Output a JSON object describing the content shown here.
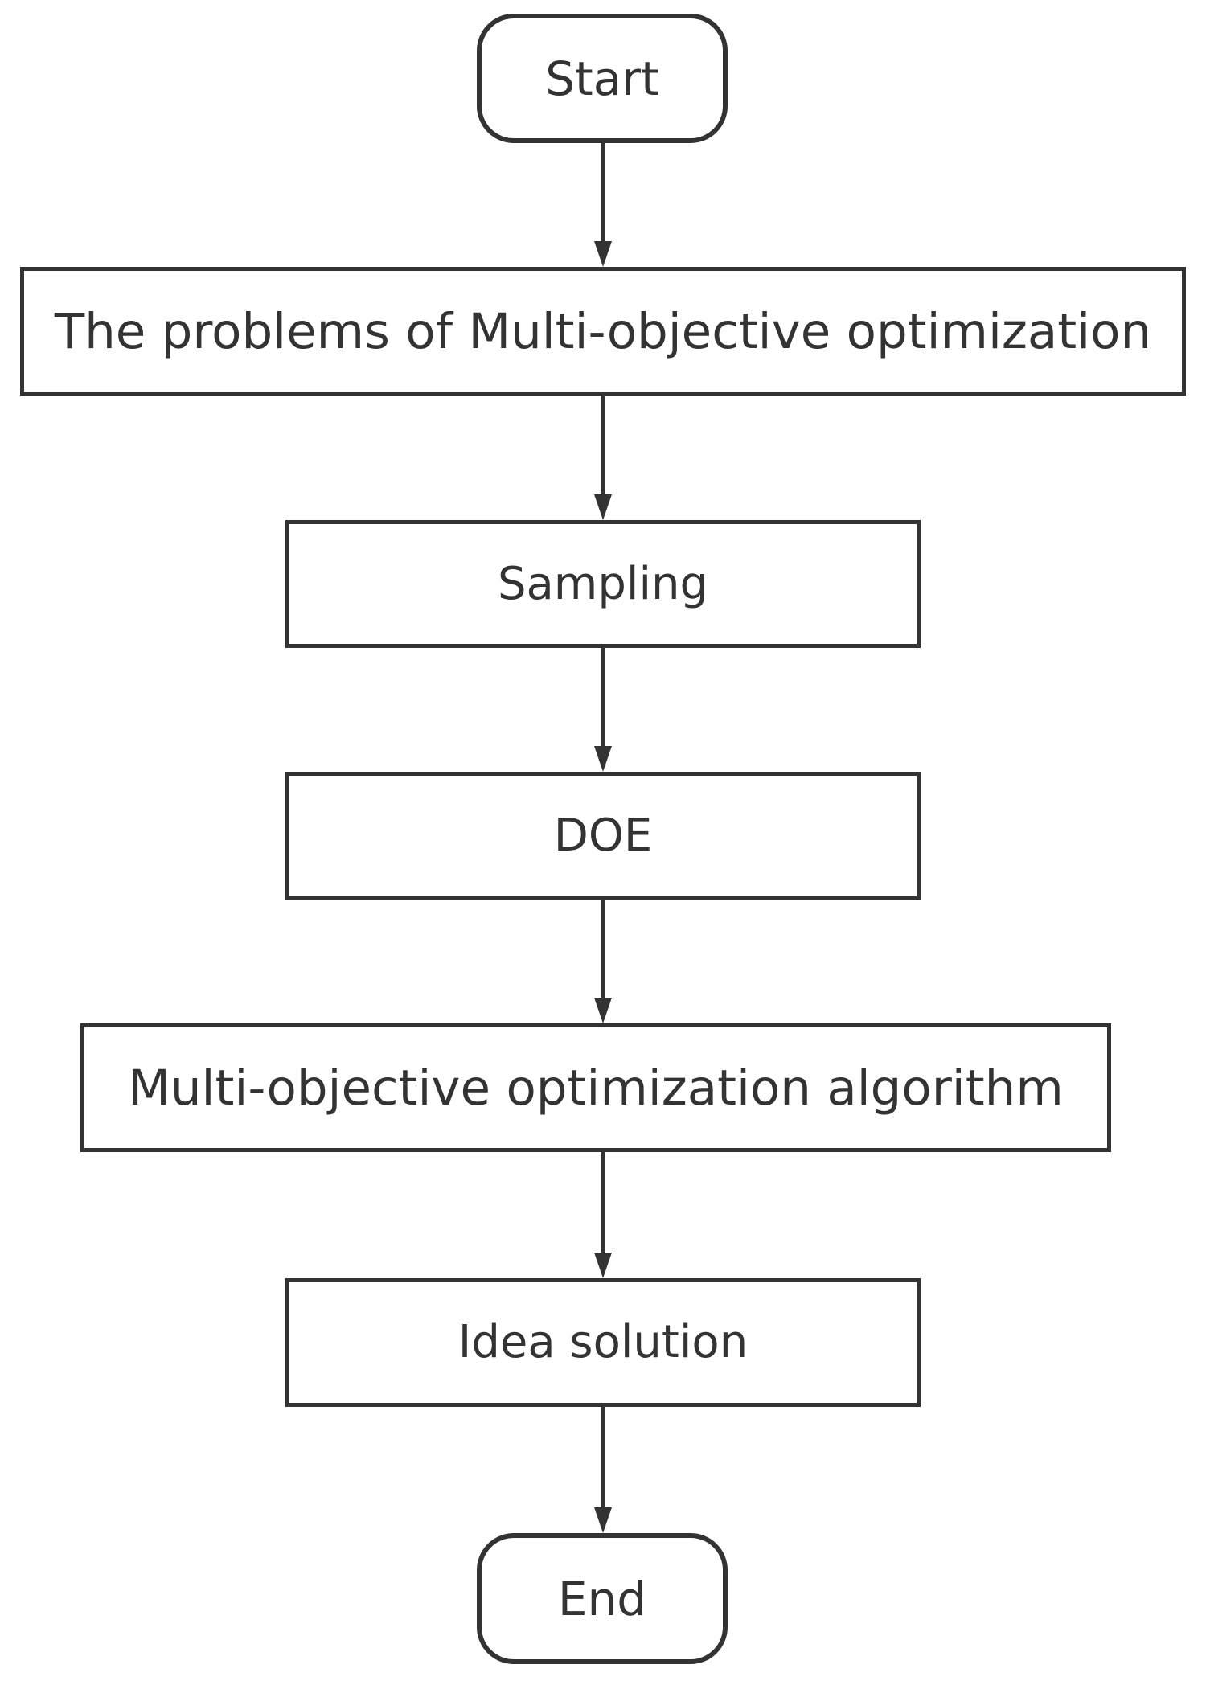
{
  "diagram": {
    "type": "flowchart",
    "orientation": "vertical-top-to-bottom",
    "background_color": "#ffffff",
    "stroke_color": "#333333",
    "text_color": "#333333",
    "nodes": [
      {
        "id": "start",
        "label": "Start",
        "shape": "rounded-terminal"
      },
      {
        "id": "problems",
        "label": "The problems of Multi-objective optimization",
        "shape": "rectangle"
      },
      {
        "id": "sampling",
        "label": "Sampling",
        "shape": "rectangle"
      },
      {
        "id": "doe",
        "label": "DOE",
        "shape": "rectangle"
      },
      {
        "id": "algorithm",
        "label": "Multi-objective optimization algorithm",
        "shape": "rectangle"
      },
      {
        "id": "idea",
        "label": "Idea solution",
        "shape": "rectangle"
      },
      {
        "id": "end",
        "label": "End",
        "shape": "rounded-terminal"
      }
    ],
    "connectors": [
      {
        "id": "c1",
        "from": "start",
        "to": "problems",
        "arrow": "down-arrowhead"
      },
      {
        "id": "c2",
        "from": "problems",
        "to": "sampling",
        "arrow": "down-arrowhead"
      },
      {
        "id": "c3",
        "from": "sampling",
        "to": "doe",
        "arrow": "down-arrowhead"
      },
      {
        "id": "c4",
        "from": "doe",
        "to": "algorithm",
        "arrow": "down-arrowhead"
      },
      {
        "id": "c5",
        "from": "algorithm",
        "to": "idea",
        "arrow": "down-arrowhead"
      },
      {
        "id": "c6",
        "from": "idea",
        "to": "end",
        "arrow": "down-arrowhead"
      }
    ]
  }
}
